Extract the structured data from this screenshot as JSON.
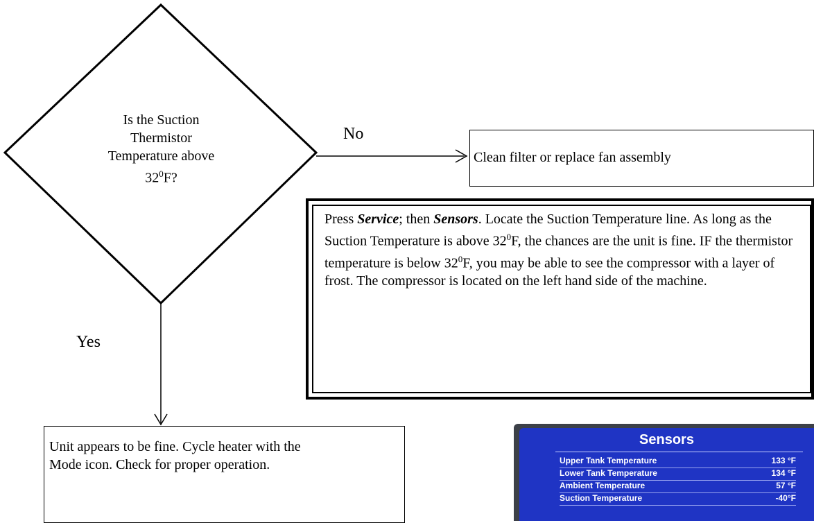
{
  "decision": {
    "question_line1": "Is the Suction",
    "question_line2": "Thermistor",
    "question_line3": "Temperature above",
    "question_temp": "32",
    "question_sup": "0",
    "question_unit": "F?"
  },
  "edges": {
    "no_label": "No",
    "yes_label": "Yes"
  },
  "no_result": "Clean filter or replace fan assembly",
  "note": {
    "w_press": "Press ",
    "w_service": "Service",
    "w_then": "; then ",
    "w_sensors": "Sensors",
    "w_locate": ". Locate the Suction Temperature line. As long as the Suction Temperature is above 32",
    "w_sup1": "0",
    "w_after1": "F, the chances are the unit is fine. IF the thermistor temperature is below 32",
    "w_sup2": "0",
    "w_after2": "F, you may be able to see the compressor with a layer of frost. The compressor is located on the left hand side of the machine."
  },
  "yes_result": {
    "line1": "Unit appears to be fine. Cycle heater with the",
    "line2": "Mode icon. Check for proper operation."
  },
  "sensors_screen": {
    "title": "Sensors",
    "rows": [
      {
        "label": "Upper Tank Temperature",
        "value": "133 °F"
      },
      {
        "label": "Lower Tank Temperature",
        "value": "134 °F"
      },
      {
        "label": "Ambient Temperature",
        "value": "57 °F"
      },
      {
        "label": "Suction Temperature",
        "value": "-40°F"
      }
    ],
    "colors": {
      "screen_bg": "#1f34c4",
      "frame": "#3c4048"
    }
  }
}
